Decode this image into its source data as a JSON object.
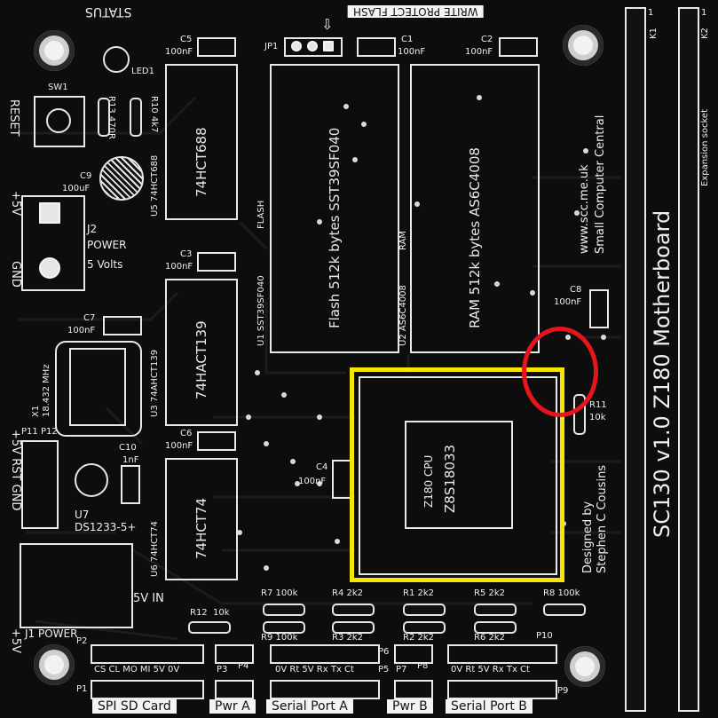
{
  "board": {
    "title": "SC130 v1.0 Z180 Motherboard",
    "website": "www.scc.me.uk",
    "company": "Small Computer Central",
    "designer_line1": "Designed by",
    "designer_line2": "Stephen C Cousins",
    "top_left_label": "STATUS",
    "top_mid_label": "WRITE PROTECT FLASH",
    "expansion_label": "Expansion socket",
    "k1": "K1",
    "k2": "K2",
    "pin1_a": "1",
    "pin1_b": "1"
  },
  "left_edge": {
    "reset": "RESET",
    "plus5v_top": "+5V",
    "gnd_top": "GND",
    "p11_edge": "+5V RST GND",
    "plus5v_bottom": "+5V"
  },
  "components": {
    "sw1": "SW1",
    "led1": "LED1",
    "r13": "R13 470R",
    "r10": "R10 4k7",
    "c9": "C9",
    "c9_val": "100uF",
    "j2": "J2",
    "j2_power": "POWER",
    "j2_volts": "5 Volts",
    "c5": "C5",
    "c5_val": "100nF",
    "u5_chip": "74HCT688",
    "u5_label": "U5 74HCT688",
    "jp1": "JP1",
    "c1": "C1",
    "c1_val": "100nF",
    "c2": "C2",
    "c2_val": "100nF",
    "c3": "C3",
    "c3_val": "100nF",
    "u1_chip": "Flash 512k bytes SST39SF040",
    "u1_label": "U1 SST39SF040",
    "flash_tag": "FLASH",
    "u2_chip": "RAM 512k bytes AS6C4008",
    "u2_label": "U2 AS6C4008",
    "ram_tag": "RAM",
    "c7": "C7",
    "c7_val": "100nF",
    "u3_chip": "74HACT139",
    "u3_label": "U3 74AHCT139",
    "c8": "C8",
    "c8_val": "100nF",
    "x1": "X1",
    "x1_val": "18.432 MHz",
    "r11": "R11",
    "r11_val": "10k",
    "c6": "C6",
    "c6_val": "100nF",
    "c10": "C10",
    "c10_val": "1nF",
    "c4": "C4",
    "c4_val": "100nF",
    "cpu_line1": "Z180 CPU",
    "cpu_line2": "Z8S18033",
    "u6_chip": "74HCT74",
    "u6_label": "U6 74HCT74",
    "p11": "P11",
    "p12": "P12",
    "u7": "U7",
    "u7_val": "DS1233-5+",
    "j1": "J1 POWER",
    "five_v_in": "5V IN",
    "r12": "R12",
    "r12_val": "10k",
    "r7": "R7 100k",
    "r4": "R4 2k2",
    "r1": "R1 2k2",
    "r5": "R5 2k2",
    "r8": "R8 100k",
    "r9": "R9 100k",
    "r3": "R3 2k2",
    "r2": "R2 2k2",
    "r6": "R6 2k2"
  },
  "headers": {
    "p2": "P2",
    "p2_pins": "CS CL MO MI 5V 0V",
    "p1": "P1",
    "spi_label": "SPI SD Card",
    "p3": "P3",
    "p4": "P4",
    "pwr_a": "Pwr A",
    "p6": "P6",
    "p5": "P5",
    "serial_a_pins": "0V Rt 5V Rx Tx Ct",
    "serial_a": "Serial Port A",
    "p7": "P7",
    "p8": "P8",
    "pwr_b": "Pwr B",
    "p10": "P10",
    "p9": "P9",
    "serial_b_pins": "0V Rt 5V Rx Tx Ct",
    "serial_b": "Serial Port B"
  },
  "annotations": {
    "highlight_color": "#f5e600",
    "marker_color": "#e8141c"
  }
}
